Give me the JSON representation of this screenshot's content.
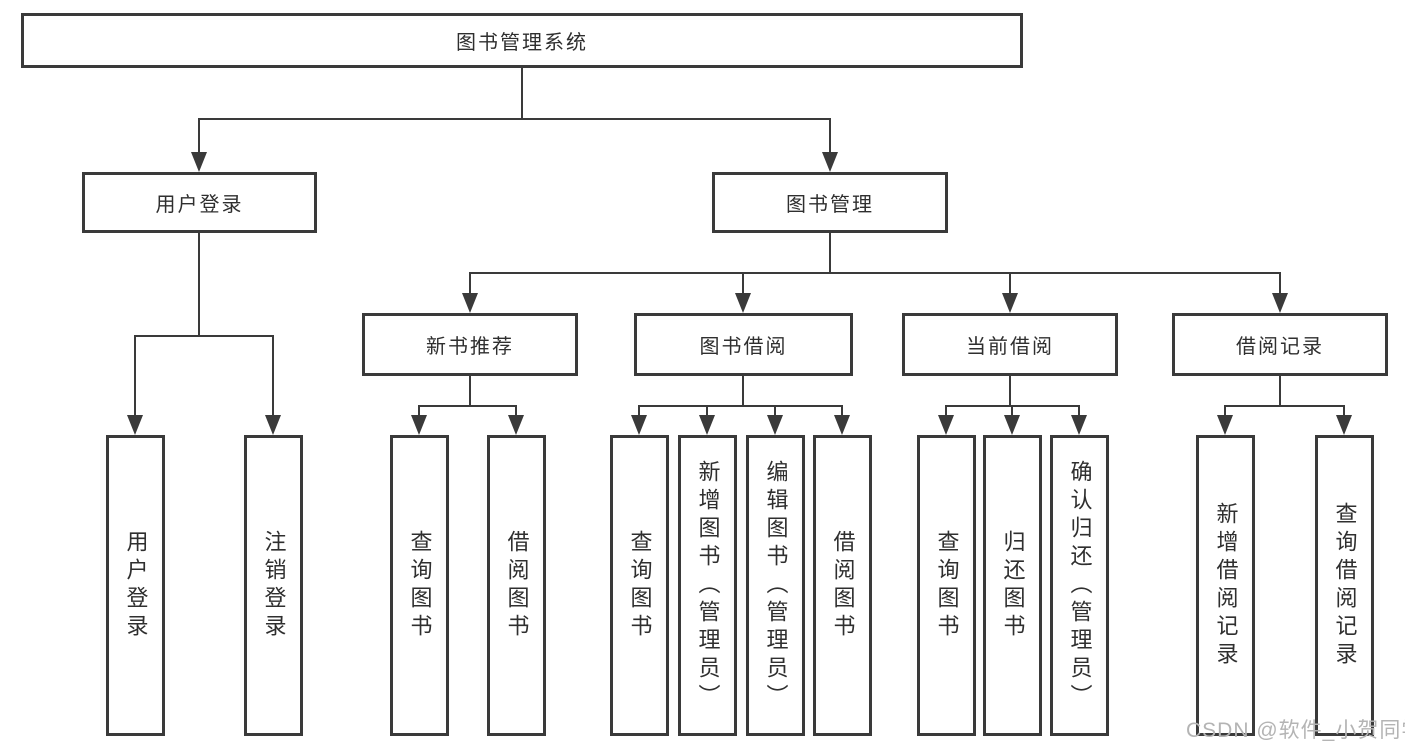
{
  "nodes": {
    "root": "图书管理系统",
    "level2": [
      "用户登录",
      "图书管理"
    ],
    "level3": [
      "新书推荐",
      "图书借阅",
      "当前借阅",
      "借阅记录"
    ],
    "leaves": [
      "用户登录",
      "注销登录",
      "查询图书",
      "借阅图书",
      "查询图书",
      "新增图书（管理员）",
      "编辑图书（管理员）",
      "借阅图书",
      "查询图书",
      "归还图书",
      "确认归还（管理员）",
      "新增借阅记录",
      "查询借阅记录"
    ]
  },
  "hierarchy": {
    "图书管理系统": [
      "用户登录",
      "图书管理"
    ],
    "用户登录": [
      "用户登录",
      "注销登录"
    ],
    "图书管理": [
      "新书推荐",
      "图书借阅",
      "当前借阅",
      "借阅记录"
    ],
    "新书推荐": [
      "查询图书",
      "借阅图书"
    ],
    "图书借阅": [
      "查询图书",
      "新增图书（管理员）",
      "编辑图书（管理员）",
      "借阅图书"
    ],
    "当前借阅": [
      "查询图书",
      "归还图书",
      "确认归还（管理员）"
    ],
    "借阅记录": [
      "新增借阅记录",
      "查询借阅记录"
    ]
  },
  "watermark": "CSDN @软件_小贺同学",
  "colors": {
    "line": "#3a3a3a",
    "box_border": "#3a3a3a",
    "text": "#333333",
    "watermark": "#b4b4b4",
    "background": "#ffffff"
  }
}
